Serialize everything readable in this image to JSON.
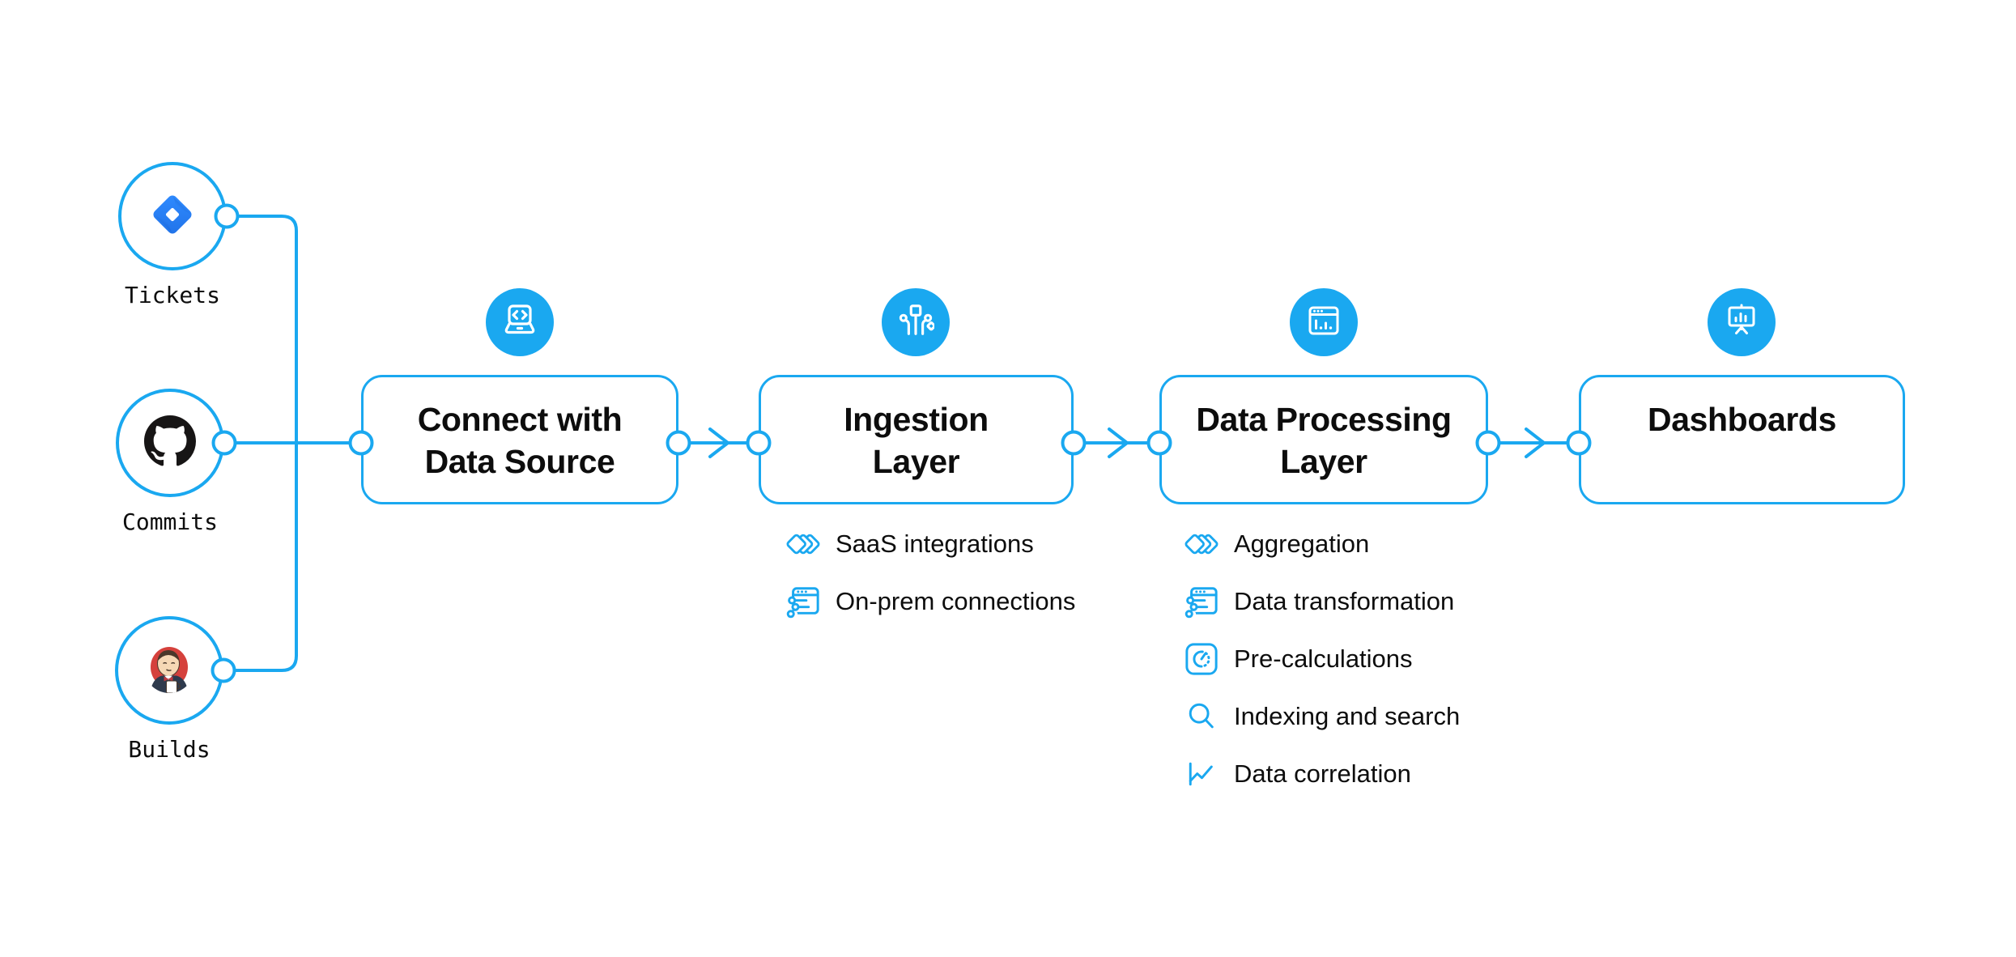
{
  "colors": {
    "accent": "#1aa8f0",
    "text": "#0d0d0d",
    "jira_blue": "#2684ff",
    "github_black": "#171515",
    "jenkins_red": "#d5413c"
  },
  "sources": [
    {
      "label": "Tickets",
      "icon": "jira-icon"
    },
    {
      "label": "Commits",
      "icon": "github-icon"
    },
    {
      "label": "Builds",
      "icon": "jenkins-icon"
    }
  ],
  "stages": [
    {
      "icon": "laptop-code-icon",
      "lines": [
        "Connect with",
        "Data Source"
      ],
      "features": []
    },
    {
      "icon": "data-ingestion-icon",
      "lines": [
        "Ingestion",
        "Layer"
      ],
      "features": [
        {
          "icon": "layered-diamonds-icon",
          "label": "SaaS integrations"
        },
        {
          "icon": "window-sliders-icon",
          "label": "On-prem connections"
        }
      ]
    },
    {
      "icon": "window-chart-icon",
      "lines": [
        "Data Processing",
        "Layer"
      ],
      "features": [
        {
          "icon": "layered-diamonds-icon",
          "label": "Aggregation"
        },
        {
          "icon": "window-sliders-icon",
          "label": "Data transformation"
        },
        {
          "icon": "gauge-icon",
          "label": "Pre-calculations"
        },
        {
          "icon": "magnifier-icon",
          "label": "Indexing and search"
        },
        {
          "icon": "line-chart-icon",
          "label": "Data correlation"
        }
      ]
    },
    {
      "icon": "presentation-chart-icon",
      "lines": [
        "Dashboards"
      ],
      "features": []
    }
  ]
}
